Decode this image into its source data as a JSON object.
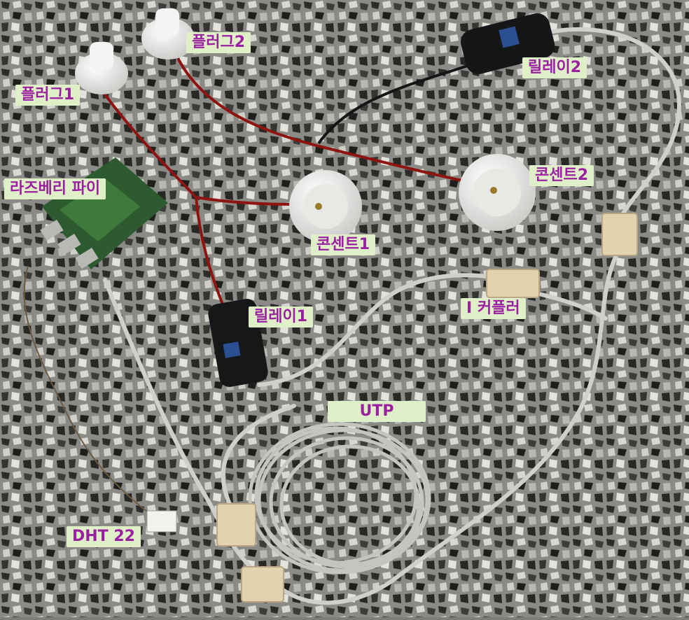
{
  "labels": {
    "plug1": "플러그1",
    "plug2": "플러그2",
    "relay2": "릴레이2",
    "raspberry_pi": "라즈베리 파이",
    "outlet2": "콘센트2",
    "outlet1": "콘센트1",
    "relay1": "릴레이1",
    "coupler": "I 커플러",
    "utp": "UTP",
    "dht22": "DHT 22"
  }
}
